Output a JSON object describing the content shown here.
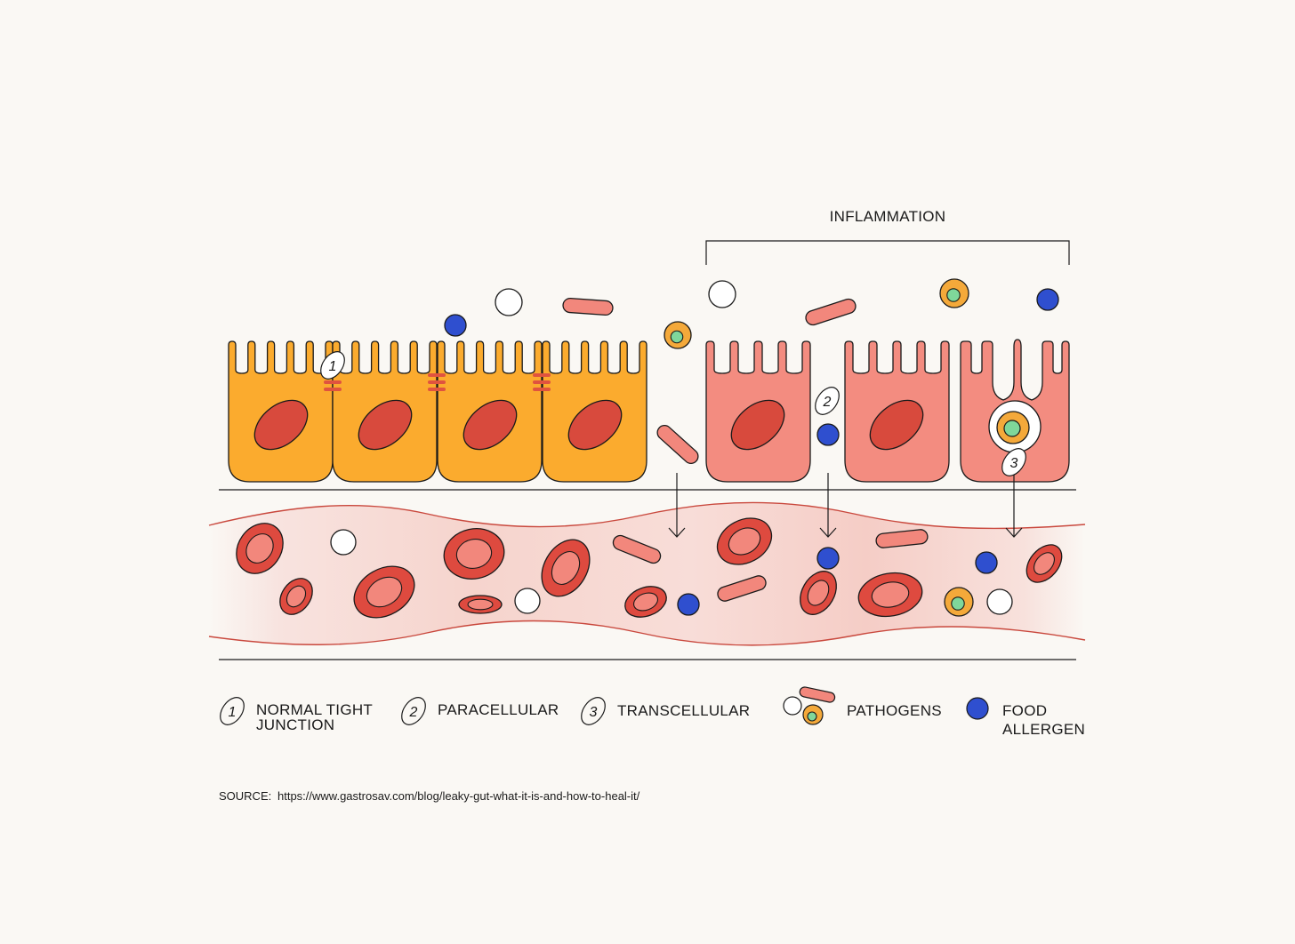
{
  "diagram": {
    "inflammation_label": "INFLAMMATION",
    "markers": {
      "m1": "1",
      "m2": "2",
      "m3": "3"
    }
  },
  "legend": {
    "items": [
      {
        "number": "1",
        "label_line1": "NORMAL TIGHT",
        "label_line2": "JUNCTION"
      },
      {
        "number": "2",
        "label_line1": "PARACELLULAR",
        "label_line2": ""
      },
      {
        "number": "3",
        "label_line1": "TRANSCELLULAR",
        "label_line2": ""
      }
    ],
    "pathogens_label": "PATHOGENS",
    "allergen_label_line1": "FOOD",
    "allergen_label_line2": "ALLERGEN"
  },
  "source": {
    "prefix": "SOURCE:",
    "url": "https://www.gastrosav.com/blog/leaky-gut-what-it-is-and-how-to-heal-it/"
  },
  "colors": {
    "background": "#faf8f4",
    "healthy_cell": "#fbab2e",
    "inflamed_cell": "#f38c80",
    "nucleus": "#d84a3d",
    "tight_junction": "#e0533f",
    "food_allergen": "#2f4fcf",
    "pathogen_rod": "#f2877c",
    "pathogen_ring": "#f4a93a",
    "pathogen_core": "#7fd79a",
    "red_blood_cell": "#de4a3f",
    "blood_vessel": "#f6d2cc",
    "outline": "#1a1a1a"
  }
}
